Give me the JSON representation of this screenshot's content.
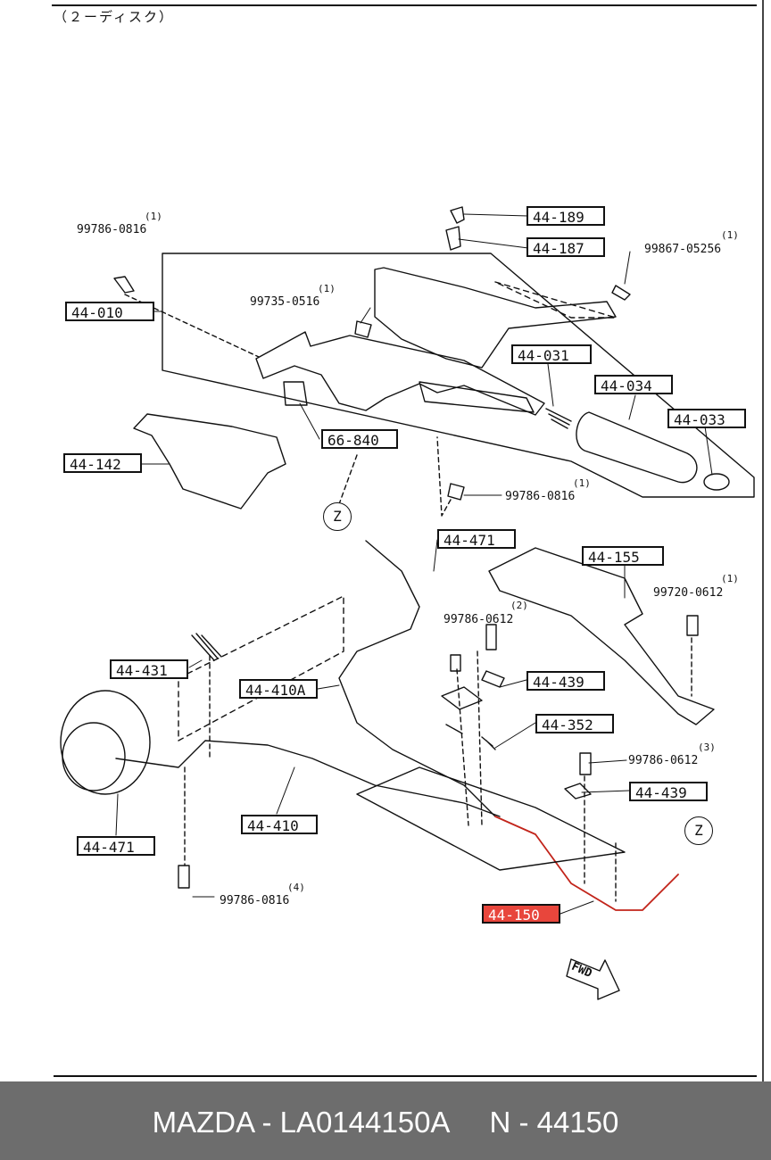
{
  "header": {
    "note": "（２ーディスク）"
  },
  "parts": {
    "p44_189": "44-189",
    "p44_187": "44-187",
    "p44_010": "44-010",
    "p44_031": "44-031",
    "p44_034": "44-034",
    "p44_033": "44-033",
    "p66_840": "66-840",
    "p44_142": "44-142",
    "p44_471_top": "44-471",
    "p44_155": "44-155",
    "p44_431": "44-431",
    "p44_410a": "44-410A",
    "p44_439_a": "44-439",
    "p44_352": "44-352",
    "p44_439_b": "44-439",
    "p44_410": "44-410",
    "p44_471_bottom": "44-471",
    "p44_150": "44-150"
  },
  "fasteners": {
    "f1": {
      "number": "99786-0816",
      "qty": "(1)"
    },
    "f2": {
      "number": "99867-05256",
      "qty": "(1)"
    },
    "f3": {
      "number": "99735-0516",
      "qty": "(1)"
    },
    "f4": {
      "number": "99786-0816",
      "qty": "(1)"
    },
    "f5": {
      "number": "99720-0612",
      "qty": "(1)"
    },
    "f6": {
      "number": "99786-0612",
      "qty": "(2)"
    },
    "f7": {
      "number": "99786-0612",
      "qty": "(3)"
    },
    "f8": {
      "number": "99786-0816",
      "qty": "(4)"
    }
  },
  "markers": {
    "z_top": "Z",
    "z_bottom": "Z",
    "fwd": "FWD"
  },
  "highlight": {
    "part": "44-150",
    "color": "#e8463c"
  },
  "caption": {
    "text": "MAZDA - LA0144150A     N - 44150",
    "bar_color": "#6d6d6d"
  }
}
